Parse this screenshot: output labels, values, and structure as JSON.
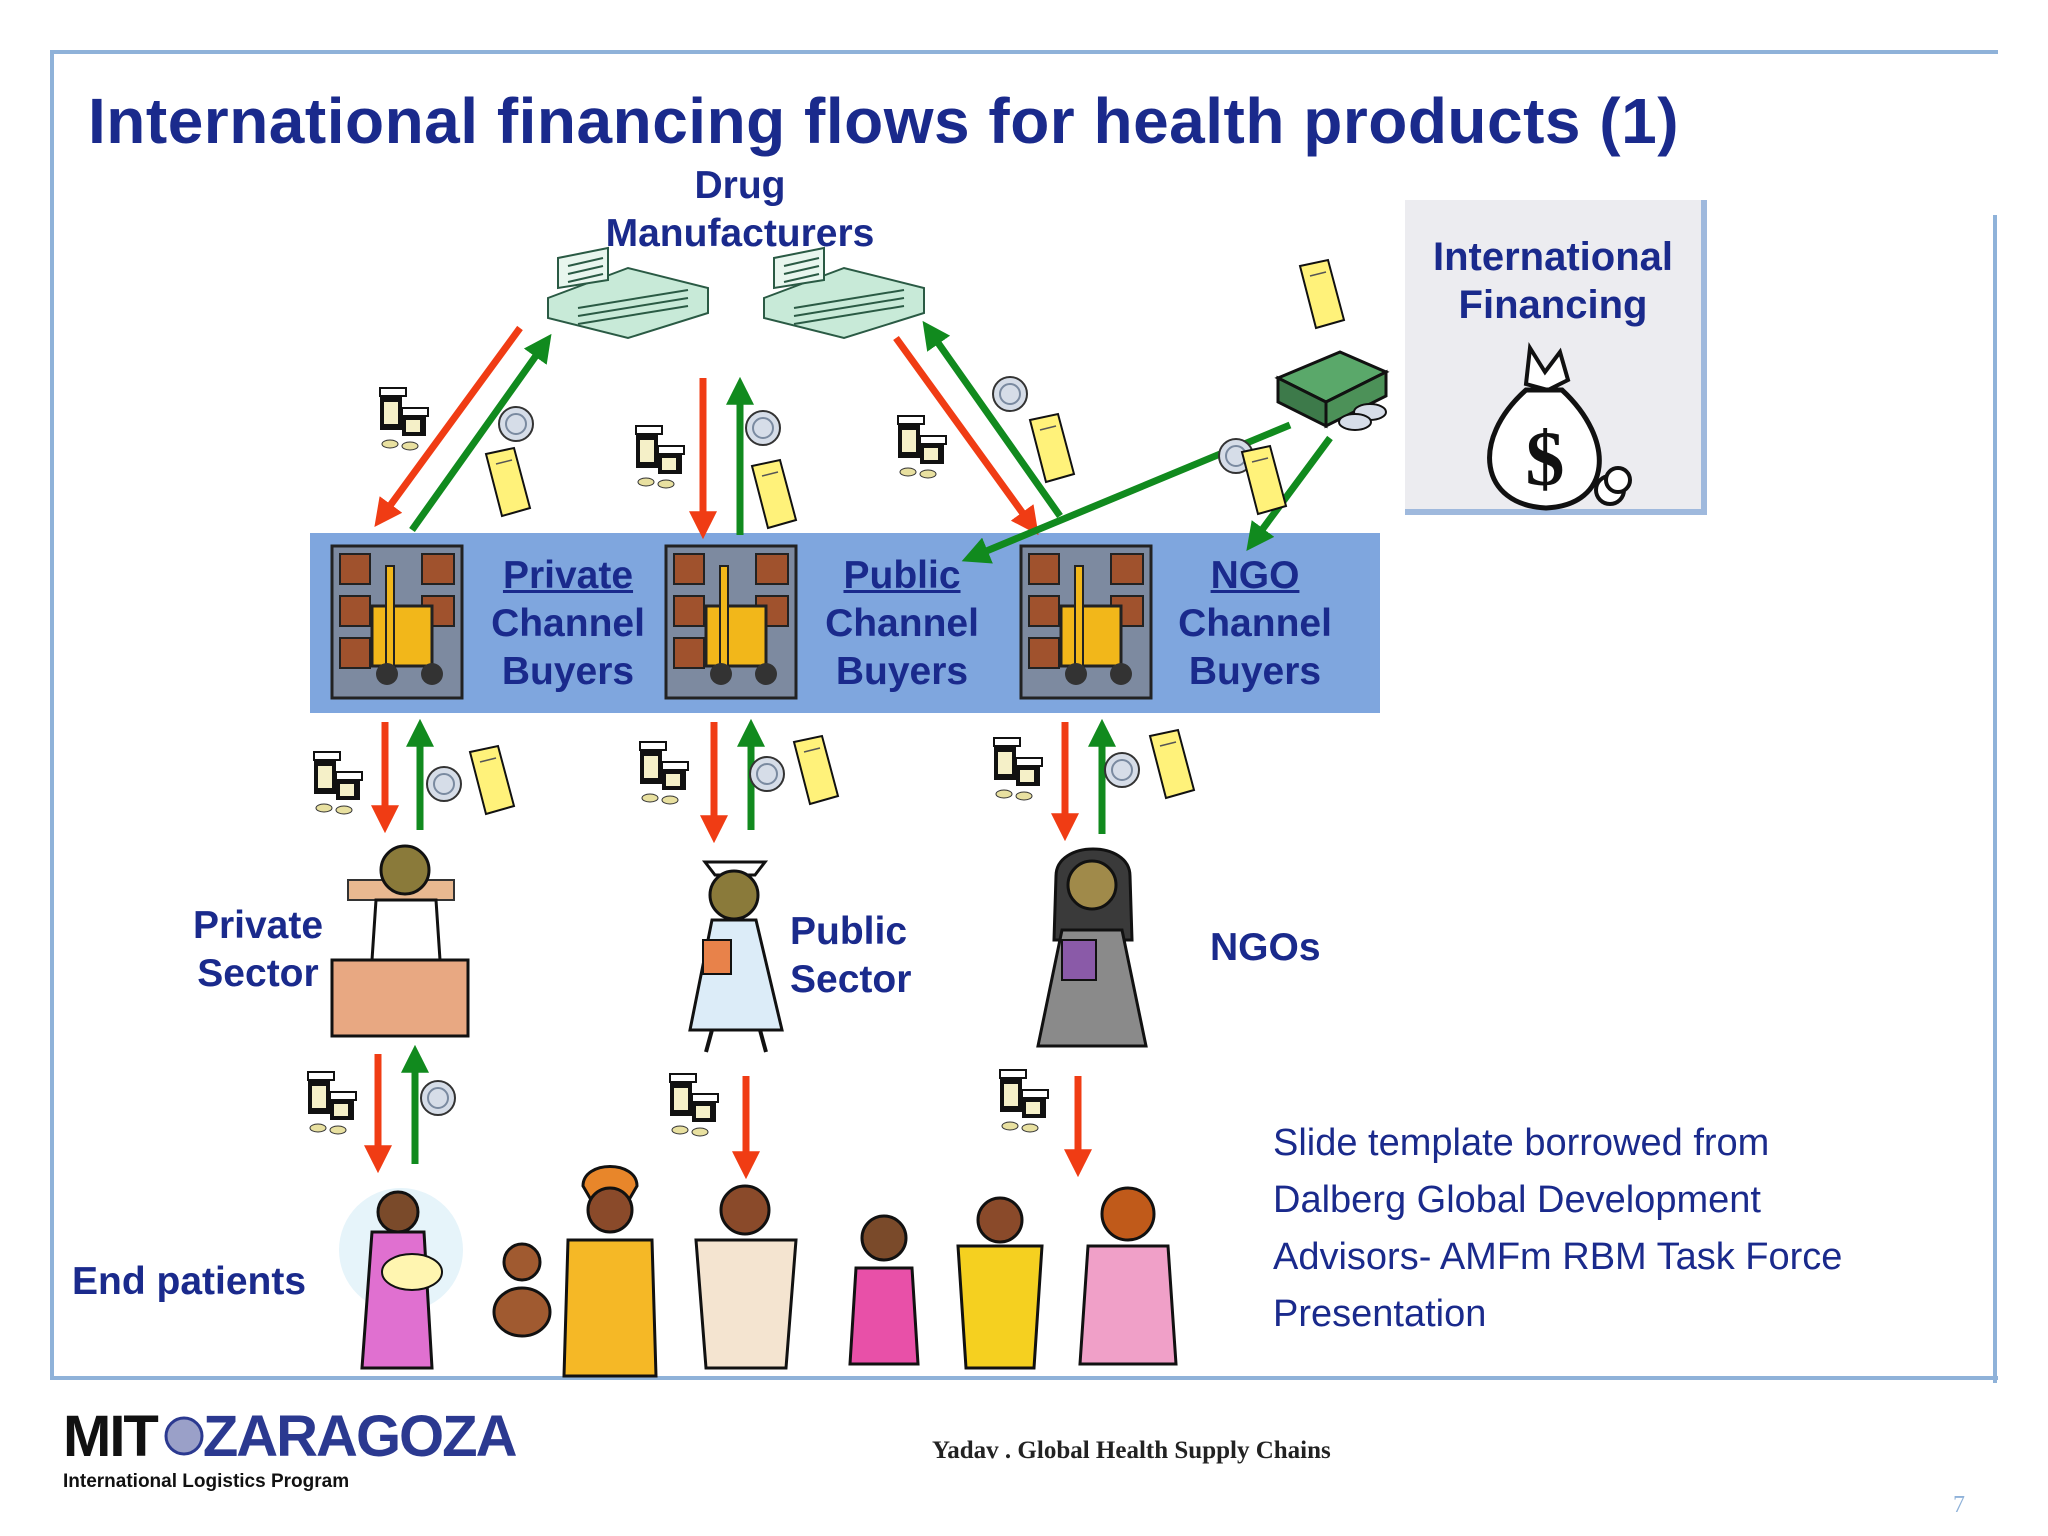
{
  "title": "International financing flows for health products (1)",
  "manufacturers": {
    "line1": "Drug",
    "line2": "Manufacturers"
  },
  "intl_financing": {
    "line1": "International",
    "line2": "Financing"
  },
  "channels": [
    {
      "line1": "Private",
      "line2": "Channel",
      "line3": "Buyers"
    },
    {
      "line1": "Public",
      "line2": "Channel",
      "line3": "Buyers"
    },
    {
      "line1": "NGO",
      "line2": "Channel",
      "line3": "Buyers"
    }
  ],
  "sectors": {
    "private": {
      "line1": "Private",
      "line2": "Sector"
    },
    "public": {
      "line1": "Public",
      "line2": "Sector"
    },
    "ngo": {
      "line1": "NGOs"
    }
  },
  "end_patients": "End patients",
  "note_lines": [
    "Slide template borrowed from",
    "Dalberg Global Development",
    "Advisors- AMFm RBM Task Force",
    "Presentation"
  ],
  "footer": "Yadav . Global Health Supply Chains",
  "page_number": "7",
  "logo": {
    "left": "MIT",
    "right": "ZARAGOZA",
    "subtitle": "International Logistics Program"
  },
  "colors": {
    "title": "#1a2a8c",
    "band": "#7fa6de",
    "goods_arrow": "#f03c14",
    "money_arrow": "#118a1e"
  }
}
